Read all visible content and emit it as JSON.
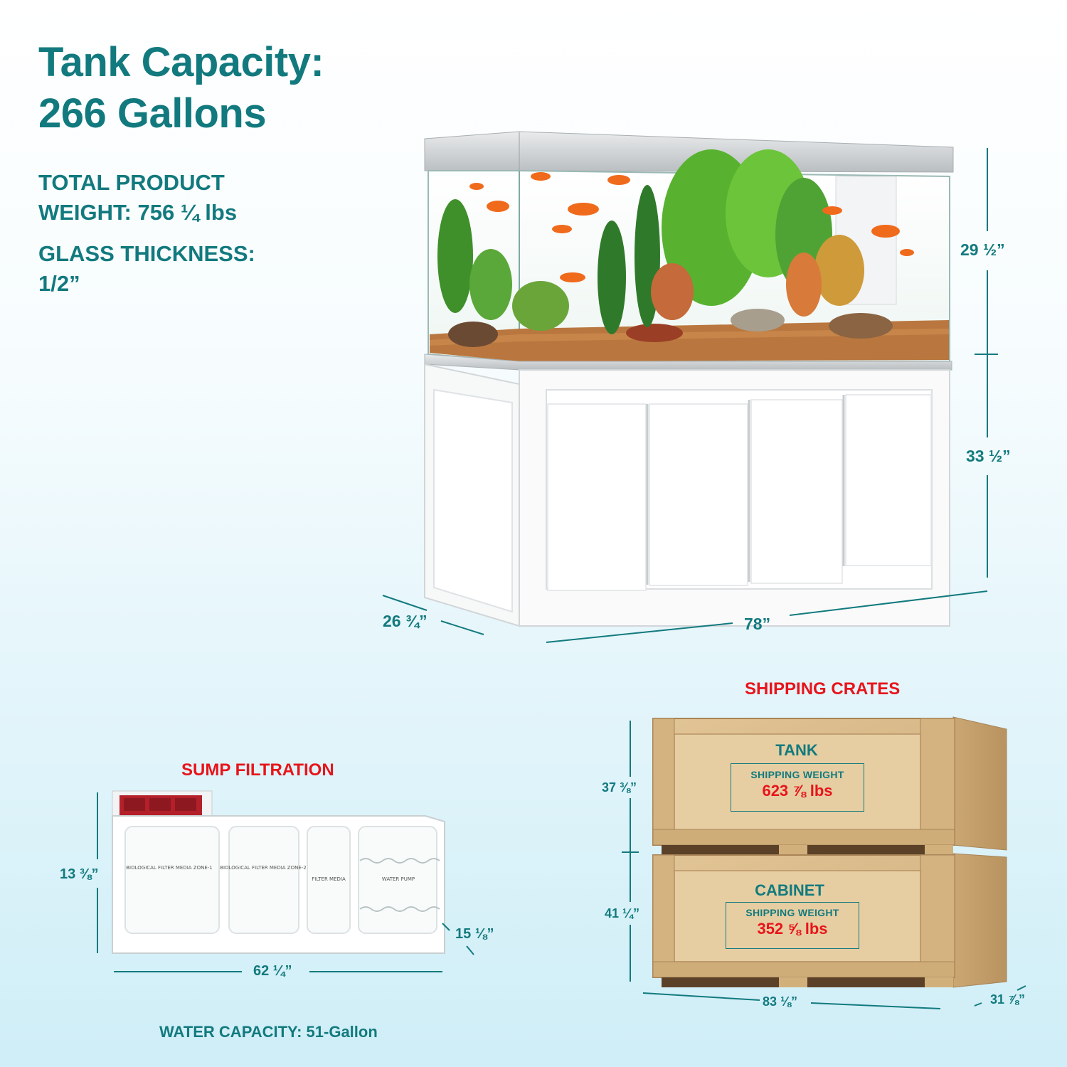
{
  "heading": {
    "line1": "Tank Capacity:",
    "line2": "266 Gallons"
  },
  "specs": {
    "weight_line1": "TOTAL PRODUCT",
    "weight_line2": "WEIGHT: 756 ¼ lbs",
    "glass_line1": "GLASS THICKNESS:",
    "glass_line2": "1/2”"
  },
  "aquarium_dims": {
    "tank_height": "29 ½”",
    "cabinet_height": "33 ½”",
    "depth": "26 ¾”",
    "width": "78”"
  },
  "sump": {
    "heading": "SUMP FILTRATION",
    "height": "13 ⅜”",
    "depth": "15 ⅛”",
    "width": "62 ¼”",
    "capacity": "WATER CAPACITY: 51-Gallon",
    "zones": [
      "BIOLOGICAL FILTER MEDIA ZONE-1",
      "BIOLOGICAL FILTER MEDIA ZONE-2",
      "FILTER MEDIA",
      "WATER PUMP"
    ]
  },
  "crates": {
    "heading": "SHIPPING CRATES",
    "tank": {
      "title": "TANK",
      "label": "SHIPPING WEIGHT",
      "weight": "623 ⅞ lbs",
      "height": "37 ⅜”"
    },
    "cabinet": {
      "title": "CABINET",
      "label": "SHIPPING WEIGHT",
      "weight": "352 ⅝ lbs",
      "height": "41 ¼”"
    },
    "width": "83 ⅛”",
    "depth": "31 ⅞”"
  },
  "colors": {
    "teal": "#127a7e",
    "red": "#e8141b",
    "wood": "#d8b98a"
  }
}
